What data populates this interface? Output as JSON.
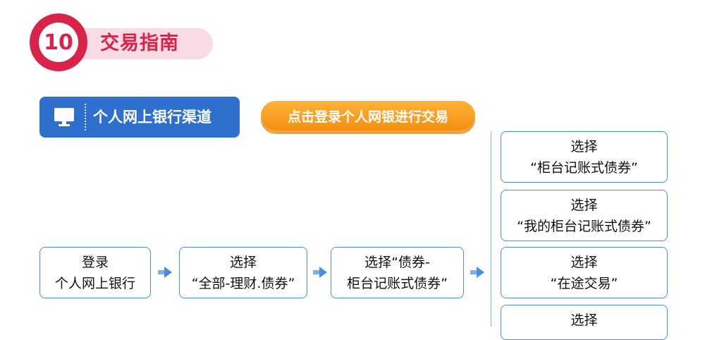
{
  "header": {
    "number": "10",
    "title": "交易指南"
  },
  "channel": {
    "icon": "monitor-icon",
    "label": "个人网上银行渠道"
  },
  "action": {
    "label": "点击登录个人网银进行交易"
  },
  "flow_steps": [
    {
      "line1": "登录",
      "line2": "个人网上银行"
    },
    {
      "line1": "选择",
      "line2": "“全部-理财.债券”"
    },
    {
      "line1": "选择“债券-",
      "line2": "柜台记账式债券”"
    }
  ],
  "options": [
    {
      "line1": "选择",
      "line2": "“柜台记账式债券”"
    },
    {
      "line1": "选择",
      "line2": "“我的柜台记账式债券”"
    },
    {
      "line1": "选择",
      "line2": "“在途交易”"
    },
    {
      "line1": "选择"
    }
  ],
  "colors": {
    "accent_red": "#d8234a",
    "pill_pink": "#f9dbe3",
    "channel_blue": "#2f6fce",
    "action_orange": "#f48f0f",
    "box_border": "#4a8ee0"
  }
}
